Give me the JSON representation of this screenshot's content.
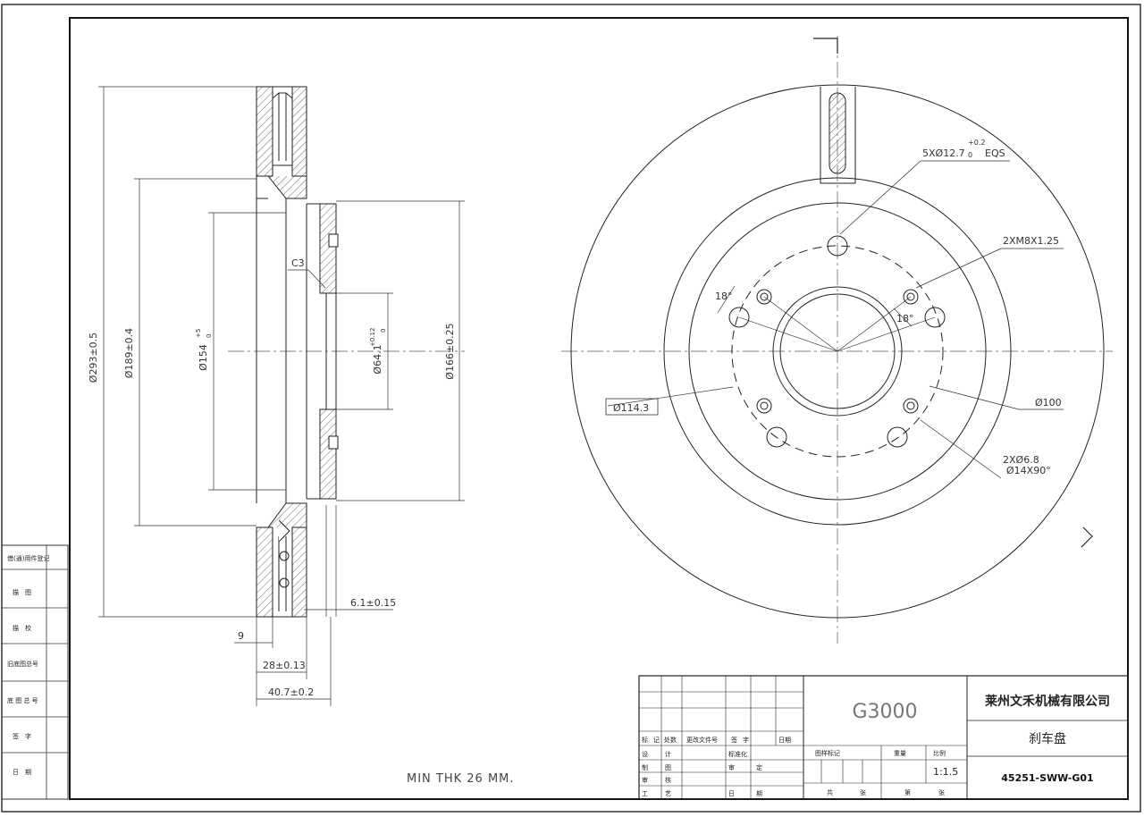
{
  "section_view": {
    "dims": {
      "d293": "Ø293±0.5",
      "d189": "Ø189±0.4",
      "d154": "Ø154",
      "d154_tol_upper": "+5",
      "d154_tol_lower": "0",
      "d64": "Ø64.1",
      "d64_tol_upper": "+0.12",
      "d64_tol_lower": "0",
      "d166": "Ø166±0.25",
      "chamfer": "C3",
      "hat_thk": "6.1±0.15",
      "nine": "9",
      "thk28": "28±0.13",
      "len40": "40.7±0.2"
    },
    "note": "MIN THK 26 MM."
  },
  "front_view": {
    "holes_main": "5XØ12.7",
    "holes_main_tol": "+0.2",
    "holes_main_tol_lower": "0",
    "holes_main_eqs": "EQS",
    "threads": "2XM8X1.25",
    "angle_left": "18°",
    "angle_right": "18°",
    "pcd": "Ø114.3",
    "d100": "Ø100",
    "small_holes": "2XØ6.8",
    "countersink": "Ø14X90°"
  },
  "side_table": {
    "rows": [
      "借(通)用件登记",
      "描　图",
      "描　校",
      "旧底图总号",
      "底 图 总 号",
      "签　字",
      "日　期"
    ]
  },
  "title_block": {
    "material": "G3000",
    "company": "莱州文禾机械有限公司",
    "part_name": "刹车盘",
    "part_number": "45251-SWW-G01",
    "scale": "1:1.5",
    "rev_header": [
      "标",
      "记",
      "处数",
      "更改文件号",
      "签",
      "字",
      "日期"
    ],
    "sign_rows": [
      [
        "设",
        "计",
        "标准化"
      ],
      [
        "制",
        "图",
        "审",
        "定"
      ],
      [
        "审",
        "核"
      ],
      [
        "工",
        "艺",
        "日",
        "期"
      ]
    ],
    "info_header": [
      "图样标记",
      "重量",
      "比例"
    ],
    "sheet_row": [
      "共",
      "张",
      "第",
      "张"
    ]
  }
}
